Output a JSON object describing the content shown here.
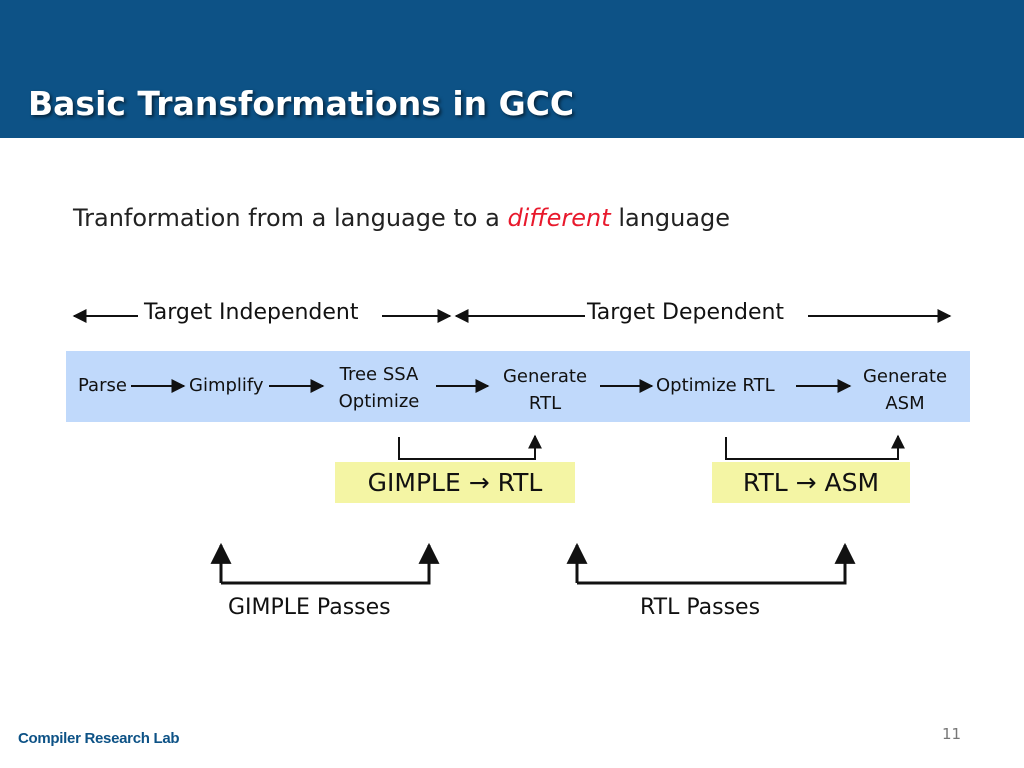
{
  "slide": {
    "title": "Basic Transformations in GCC",
    "subtitle_before": "Tranformation from a language to a ",
    "subtitle_accent": "different",
    "subtitle_after": " language",
    "accent_color": "#e8192c",
    "header_color": "#0d5286"
  },
  "ranges": {
    "independent": "Target Independent",
    "dependent": "Target Dependent"
  },
  "pipeline": {
    "parse": "Parse",
    "gimplify": "Gimplify",
    "tree_ssa_1": "Tree SSA",
    "tree_ssa_2": "Optimize",
    "gen_rtl_1": "Generate",
    "gen_rtl_2": "RTL",
    "opt_rtl": "Optimize RTL",
    "gen_asm_1": "Generate",
    "gen_asm_2": "ASM"
  },
  "highlights": {
    "gimple_rtl": "GIMPLE → RTL",
    "rtl_asm": "RTL → ASM"
  },
  "passes": {
    "gimple": "GIMPLE Passes",
    "rtl": "RTL Passes"
  },
  "footer": {
    "lab": "Compiler Research Lab",
    "page": "11"
  }
}
